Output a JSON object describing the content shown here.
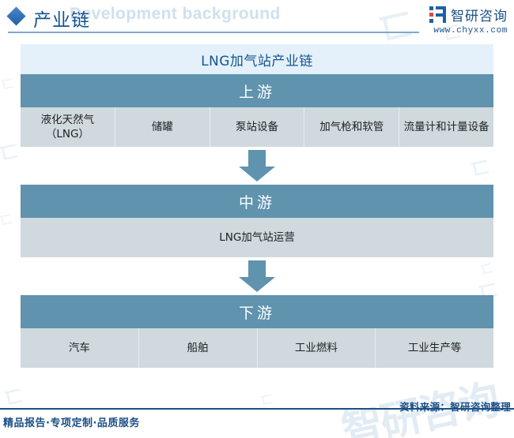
{
  "header": {
    "title": "产业链",
    "background_text": "Development background",
    "diamond_icon": "diamond-icon",
    "accent_color": "#1b4f86",
    "rule_color": "#7fa8c9"
  },
  "brand": {
    "name": "智研咨询",
    "url": "www.chyxx.com",
    "logo_icon": "chyxx-logo-icon"
  },
  "chart_data": {
    "type": "diagram",
    "title": "LNG加气站产业链",
    "colors": {
      "title_bg": "#e4f1fb",
      "tier_header_bg": "#5f93ae",
      "tier_item_bg": "#cfd9de",
      "arrow": "#5f93ae"
    },
    "tiers": [
      {
        "name": "上游",
        "items": [
          "液化天然气（LNG）",
          "储罐",
          "泵站设备",
          "加气枪和软管",
          "流量计和计量设备"
        ]
      },
      {
        "name": "中游",
        "items": [
          "LNG加气站运营"
        ]
      },
      {
        "name": "下游",
        "items": [
          "汽车",
          "船舶",
          "工业燃料",
          "工业生产等"
        ]
      }
    ]
  },
  "footer": {
    "tagline": "精品报告·专项定制·品质服务",
    "source": "资料来源：智研咨询整理"
  },
  "watermarks": [
    "智研咨询",
    "智研咨询",
    "智研咨询"
  ]
}
